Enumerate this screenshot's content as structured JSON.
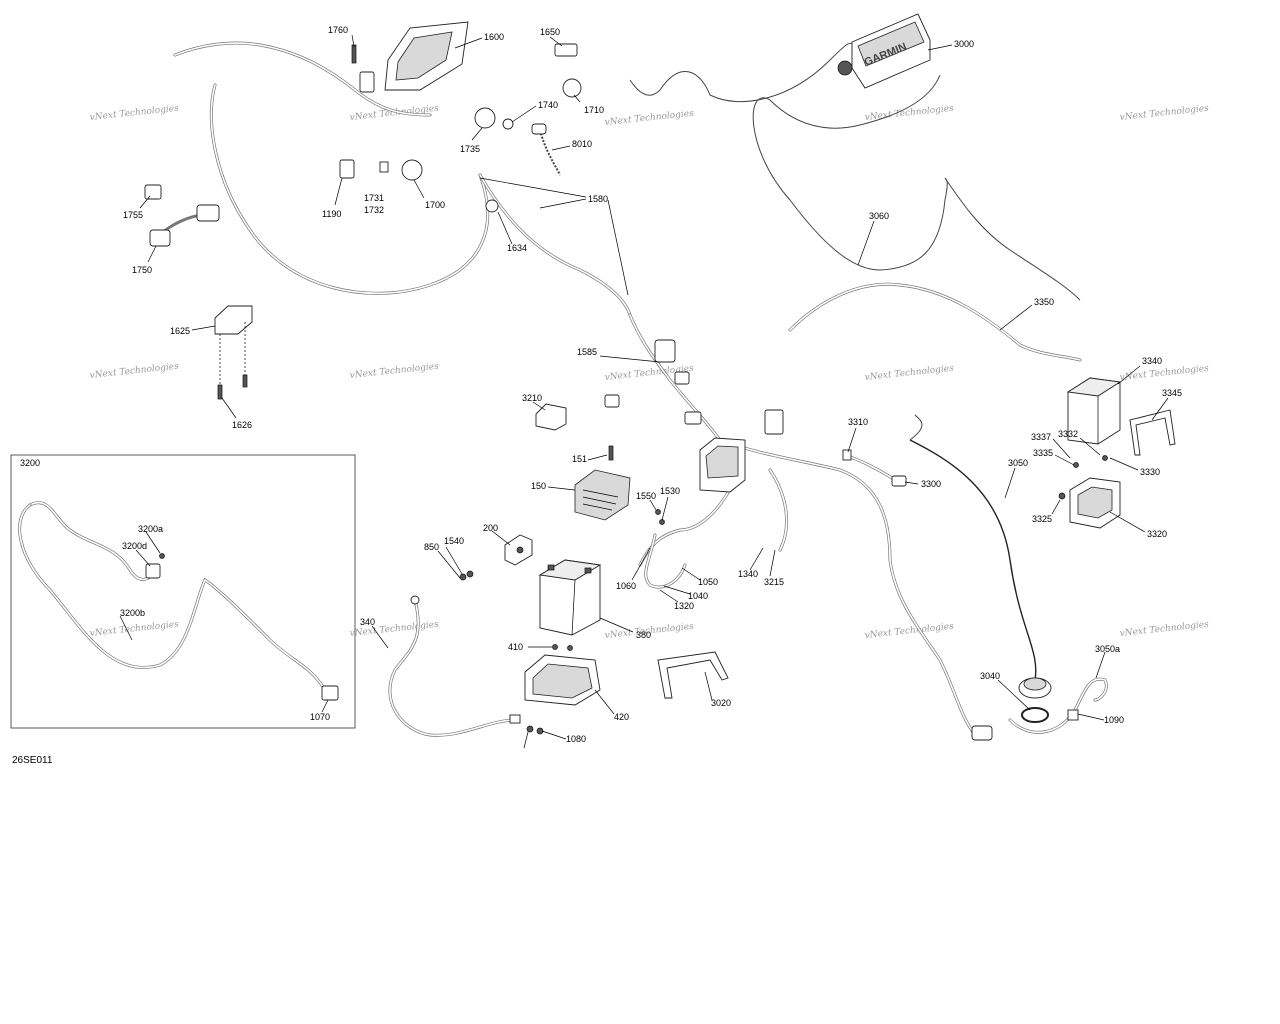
{
  "diagram": {
    "code": "26SE011",
    "brand_label": "GARMIN",
    "watermark": "vNext Technologies",
    "inset_label": "3200",
    "callouts": [
      "1760",
      "1600",
      "1650",
      "1740",
      "1710",
      "1735",
      "8010",
      "1731",
      "1732",
      "1190",
      "1700",
      "1755",
      "1750",
      "1580",
      "1634",
      "1625",
      "1626",
      "3000",
      "3060",
      "3350",
      "3340",
      "3345",
      "1585",
      "3210",
      "3310",
      "3337",
      "3332",
      "3335",
      "3330",
      "3050",
      "3300",
      "3325",
      "3320",
      "151",
      "150",
      "1550",
      "1530",
      "200",
      "850",
      "1540",
      "1060",
      "1050",
      "1040",
      "1320",
      "1340",
      "3215",
      "3200a",
      "3200d",
      "3200b",
      "1070",
      "340",
      "380",
      "410",
      "420",
      "3020",
      "3050a",
      "3040",
      "1090",
      "1080"
    ]
  }
}
